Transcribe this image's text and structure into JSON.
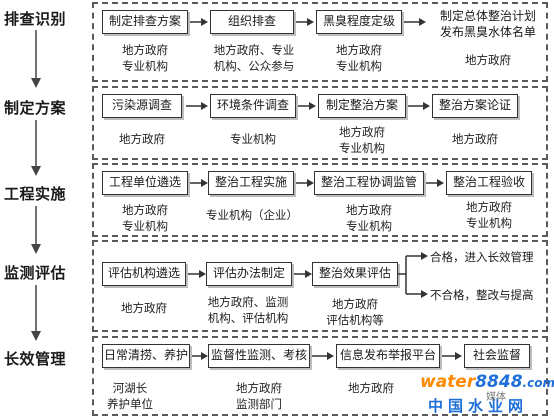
{
  "stages": [
    {
      "label": "排查识别"
    },
    {
      "label": "制定方案"
    },
    {
      "label": "工程实施"
    },
    {
      "label": "监测评估"
    },
    {
      "label": "长效管理"
    }
  ],
  "rows": [
    {
      "steps": [
        {
          "name": "制定排查方案",
          "owner": [
            "地方政府",
            "专业机构"
          ]
        },
        {
          "name": "组织排查",
          "owner": [
            "地方政府、专业",
            "机构、公众参与"
          ]
        },
        {
          "name": "黑臭程度定级",
          "owner": [
            "地方政府",
            "专业机构"
          ]
        },
        {
          "name": [
            "制定总体整治计划",
            "发布黑臭水体名单"
          ],
          "owner": [
            "地方政府"
          ]
        }
      ]
    },
    {
      "steps": [
        {
          "name": "污染源调查",
          "owner": [
            "地方政府"
          ]
        },
        {
          "name": "环境条件调查",
          "owner": [
            "专业机构"
          ]
        },
        {
          "name": "制定整治方案",
          "owner": [
            "地方政府",
            "专业机构"
          ]
        },
        {
          "name": "整治方案论证",
          "owner": [
            "地方政府"
          ]
        }
      ]
    },
    {
      "steps": [
        {
          "name": "工程单位遴选",
          "owner": [
            "地方政府",
            "专业机构"
          ]
        },
        {
          "name": "整治工程实施",
          "owner": [
            "专业机构（企业）"
          ]
        },
        {
          "name": "整治工程协调监管",
          "owner": [
            "地方政府",
            "专业机构"
          ]
        },
        {
          "name": "整治工程验收",
          "owner": [
            "地方政府",
            "专业机构"
          ]
        }
      ]
    },
    {
      "steps": [
        {
          "name": "评估机构遴选",
          "owner": [
            "地方政府"
          ]
        },
        {
          "name": "评估办法制定",
          "owner": [
            "地方政府、监测",
            "机构、评估机构"
          ]
        },
        {
          "name": "整治效果评估",
          "owner": [
            "地方政府",
            "评估机构等"
          ]
        }
      ],
      "outcomes": [
        "合格，进入长效管理",
        "不合格，整改与提高"
      ]
    },
    {
      "steps": [
        {
          "name": "日常清捞、养护",
          "owner": [
            "河湖长",
            "养护单位"
          ]
        },
        {
          "name": "监督性监测、考核",
          "owner": [
            "地方政府",
            "监测部门"
          ]
        },
        {
          "name": "信息发布举报平台",
          "owner": [
            "地方政府"
          ]
        },
        {
          "name": "社会监督",
          "owner": []
        }
      ]
    }
  ],
  "watermark": {
    "logo_a": "water",
    "logo_b": "8848",
    "logo_c": ".com",
    "sub": "中国水业网",
    "overlay": "媒体"
  },
  "colors": {
    "line": "#333333",
    "frame": "#5a5a5a",
    "logo_orange": "#ff8a00",
    "logo_blue": "#1e6fd9"
  }
}
